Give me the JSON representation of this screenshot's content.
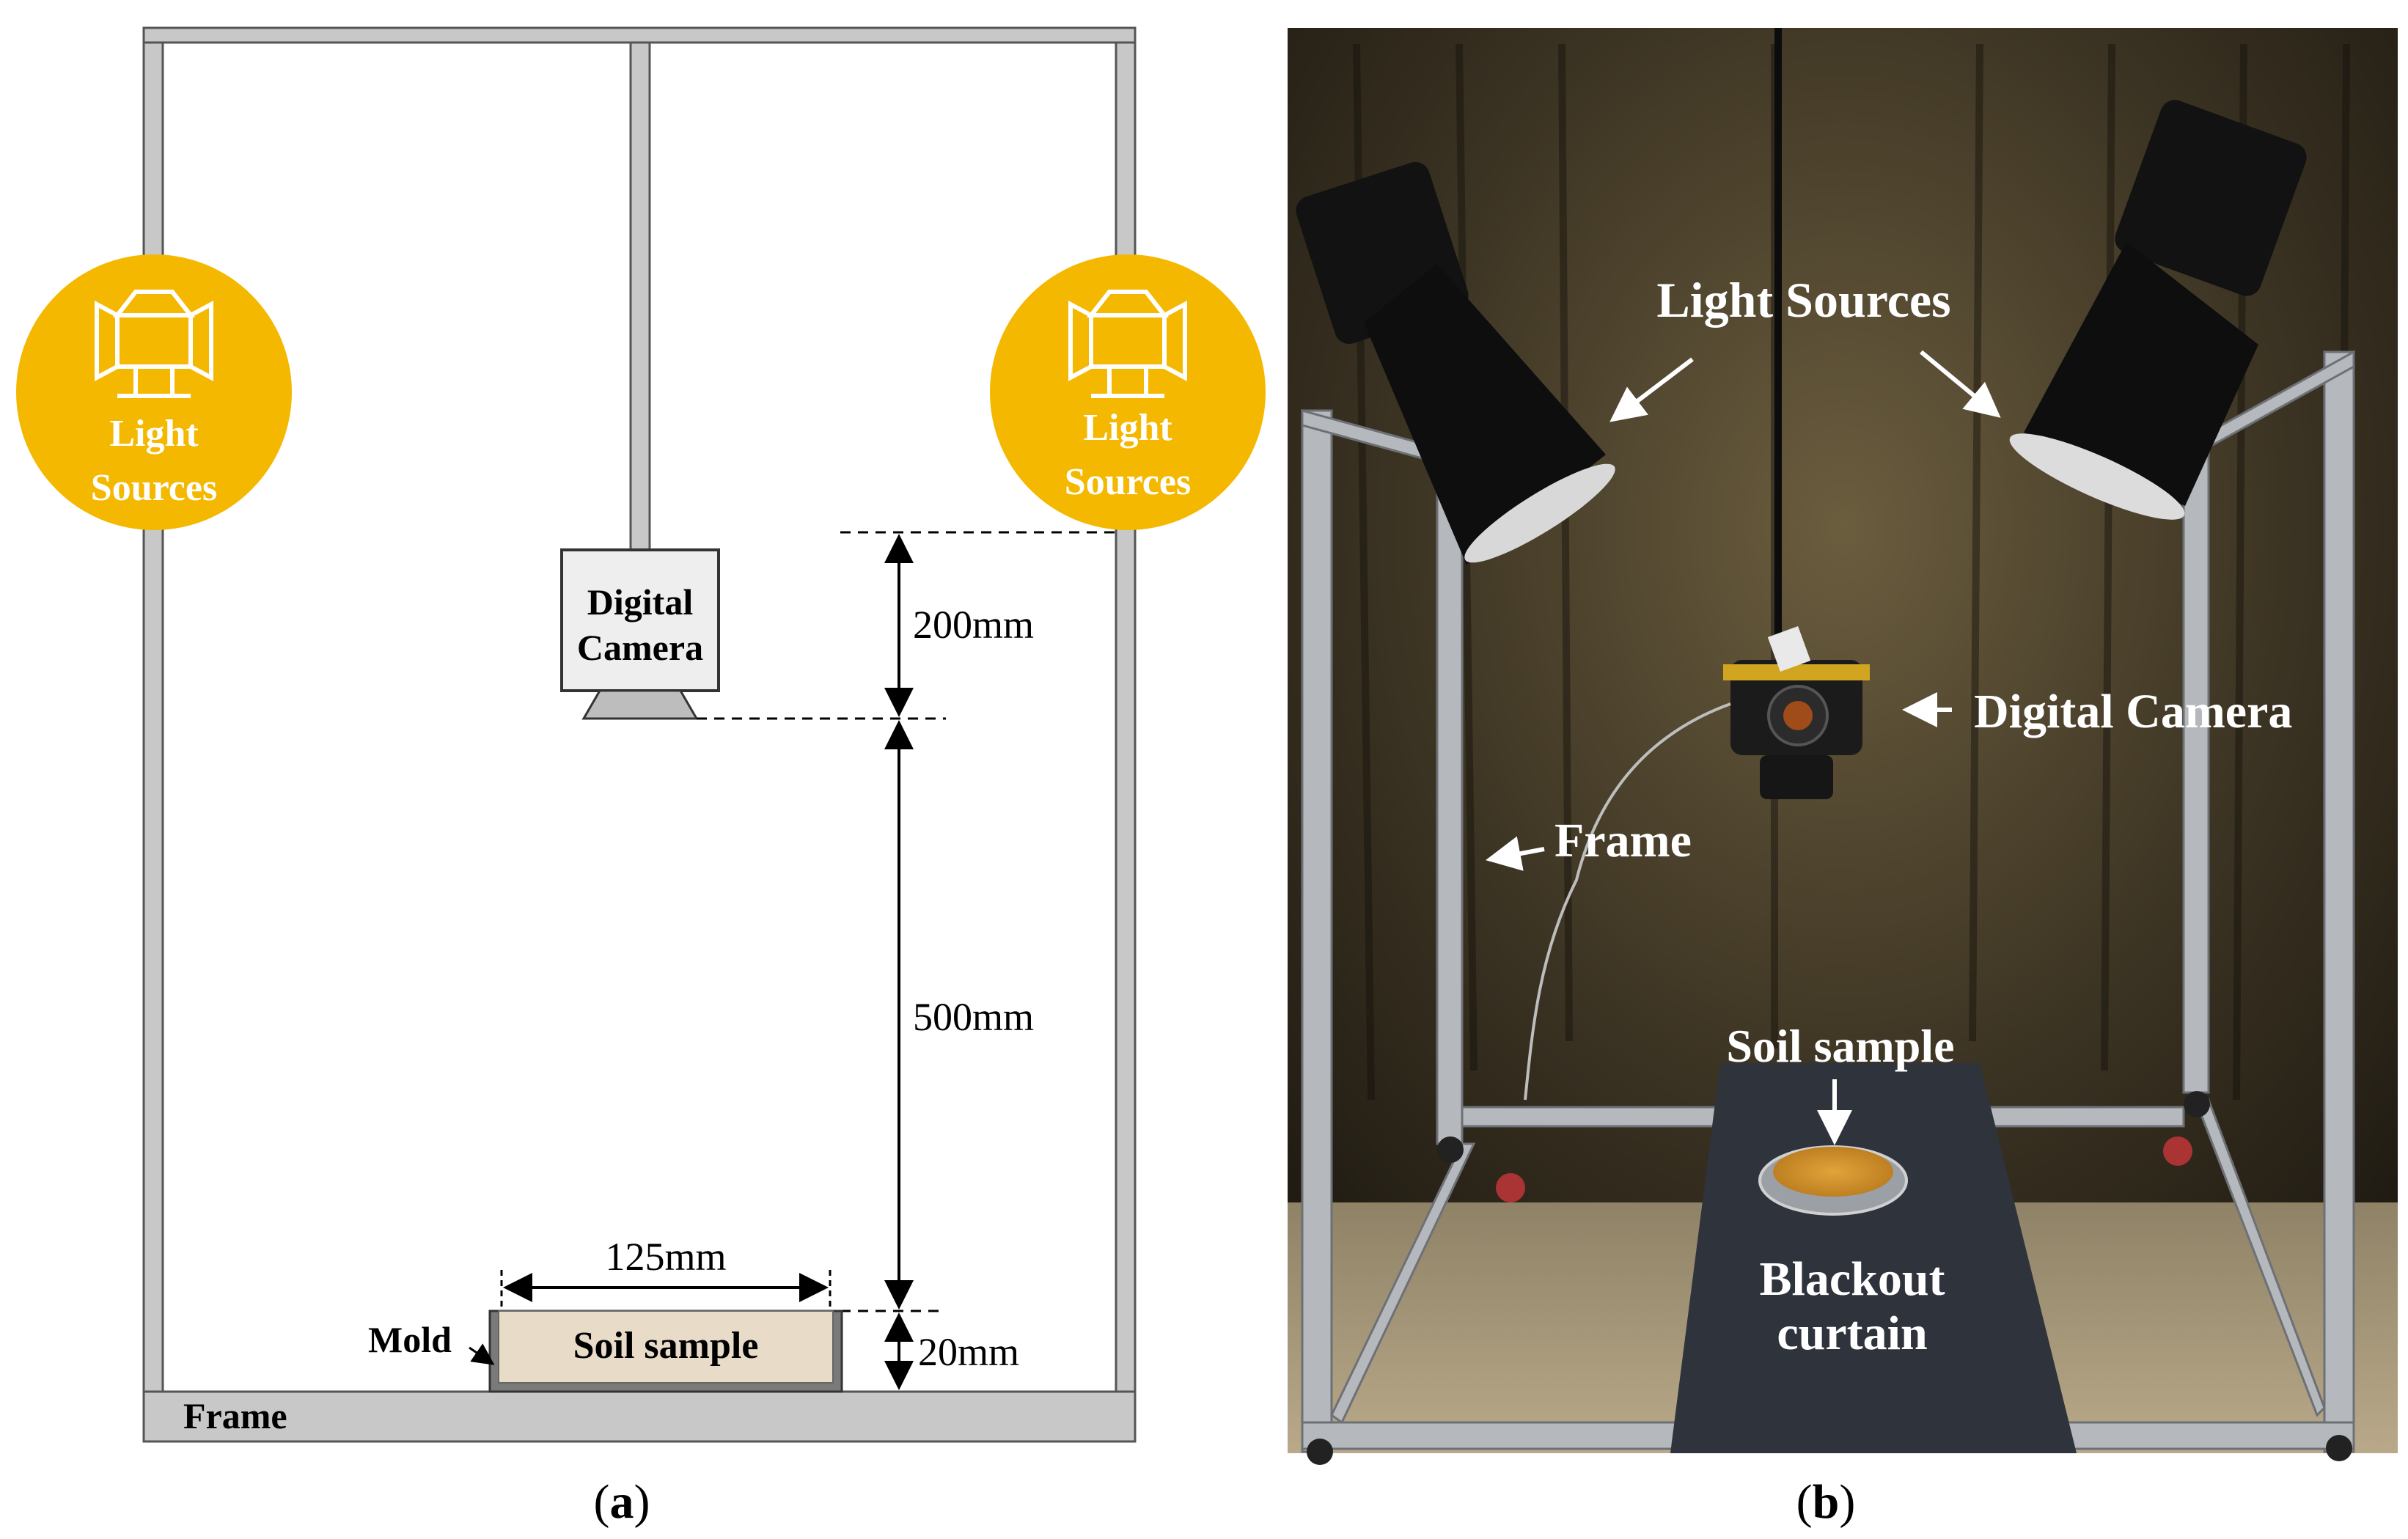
{
  "panel_a": {
    "caption_open": "(",
    "caption_letter": "a",
    "caption_close": ")",
    "light_left": {
      "line1": "Light",
      "line2": "Sources"
    },
    "light_right": {
      "line1": "Light",
      "line2": "Sources"
    },
    "camera": {
      "line1": "Digital",
      "line2": "Camera"
    },
    "dim_200": "200mm",
    "dim_500": "500mm",
    "dim_20": "20mm",
    "dim_125": "125mm",
    "mold": "Mold",
    "soil_sample": "Soil sample",
    "frame": "Frame",
    "colors": {
      "light_circle": "#F5B800",
      "frame_fill": "#C8C8C8",
      "soil": "#E8DCC8"
    }
  },
  "panel_b": {
    "caption_open": "(",
    "caption_letter": "b",
    "caption_close": ")",
    "light_sources": "Light Sources",
    "digital_camera": "Digital Camera",
    "frame": "Frame",
    "soil_sample": "Soil sample",
    "blackout_line1": "Blackout",
    "blackout_line2": "curtain"
  }
}
